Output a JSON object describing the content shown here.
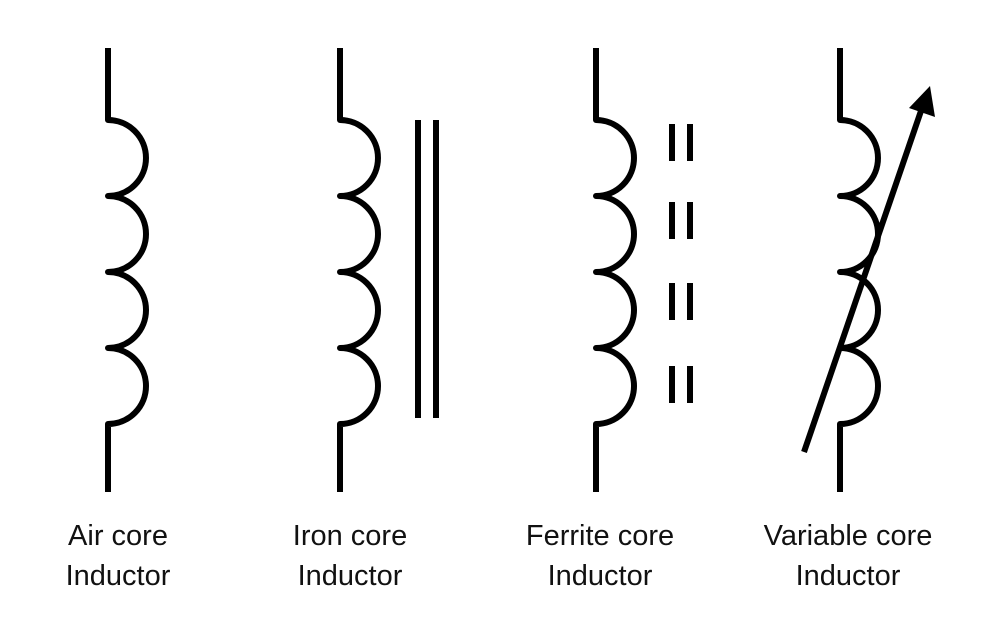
{
  "colors": {
    "background": "#ffffff",
    "stroke": "#000000",
    "text": "#111111"
  },
  "inductors": [
    {
      "label_line1": "Air core",
      "label_line2": "Inductor",
      "core": "none"
    },
    {
      "label_line1": "Iron core",
      "label_line2": "Inductor",
      "core": "solid-bars"
    },
    {
      "label_line1": "Ferrite core",
      "label_line2": "Inductor",
      "core": "dashed-bars"
    },
    {
      "label_line1": "Variable core",
      "label_line2": "Inductor",
      "core": "arrow"
    }
  ]
}
